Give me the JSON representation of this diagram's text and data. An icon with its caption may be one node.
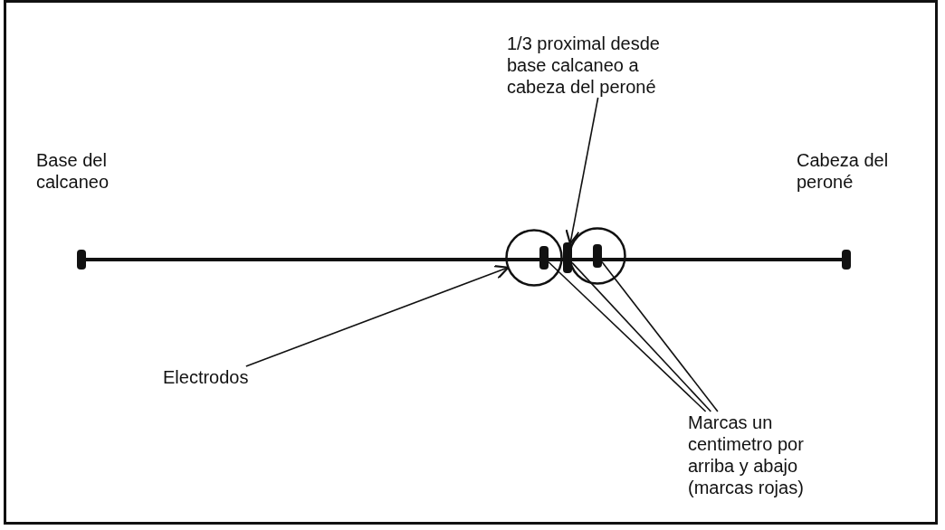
{
  "diagram": {
    "nodes": [
      {
        "text": [
          "1/3 proximal desde base calcaneo a cabeza del peroné"
        ]
      },
      {
        "text": [],
        "shape": "bar"
      },
      {
        "text": [],
        "shape": "circle"
      },
      {
        "text": [],
        "shape": "circle"
      },
      {
        "text": [],
        "shape": "bar",
        "in": 2
      },
      {
        "text": [],
        "shape": "bar",
        "in": 3
      },
      {
        "text": [
          "Electrodos"
        ]
      },
      {
        "text": [
          "Marcas un centimetro por arriba y abajo (marcas rojas)"
        ]
      }
    ],
    "edges": [
      {
        "from": 0,
        "to": 1,
        "arrow": "to"
      },
      {
        "from": 6,
        "to": 2,
        "arrow": "to"
      },
      {
        "from": 7,
        "to": 4,
        "arrow": "none"
      },
      {
        "from": 7,
        "to": 1,
        "arrow": "none"
      },
      {
        "from": 7,
        "to": 5,
        "arrow": "none"
      }
    ],
    "labels": [
      "Base del calcaneo",
      "Cabeza del peroné"
    ]
  }
}
